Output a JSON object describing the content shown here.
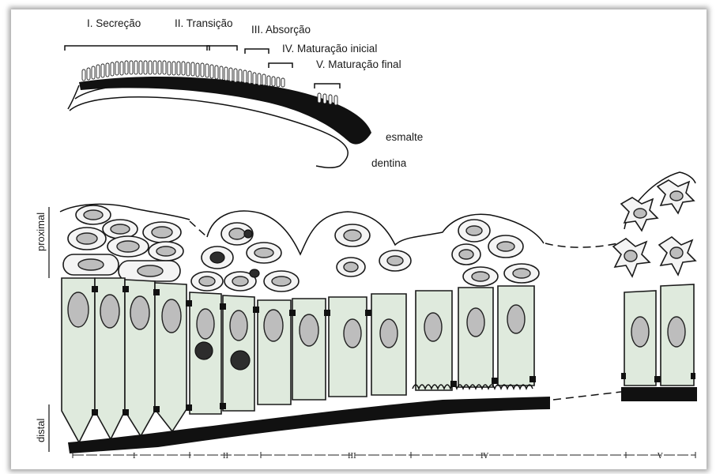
{
  "stages": {
    "secrecao": "I. Secreção",
    "transicao": "II. Transição",
    "absorcao": "III. Absorção",
    "maturacao_inicial": "IV. Maturação inicial",
    "maturacao_final": "V. Maturação final"
  },
  "tissues": {
    "esmalte": "esmalte",
    "dentina": "dentina"
  },
  "side_labels": {
    "proximal": "proximal",
    "distal": "distal"
  },
  "axis_labels": [
    "I",
    "II",
    "III",
    "IV",
    "V"
  ]
}
